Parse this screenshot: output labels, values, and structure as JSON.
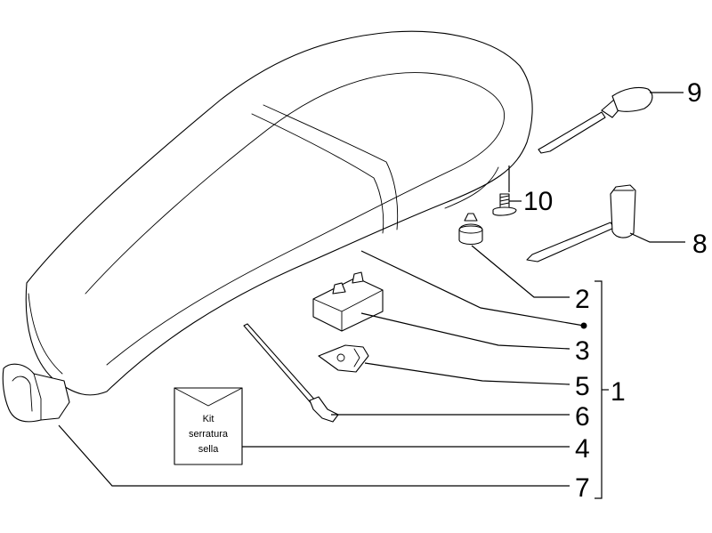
{
  "diagram": {
    "callouts": {
      "seat": "1",
      "rubber_buffer": "2",
      "buffer_pair": "3",
      "lock_kit": "4",
      "latch_bracket": "5",
      "cable": "6",
      "hook": "7",
      "spanner": "8",
      "screwdriver": "9",
      "screw": "10"
    },
    "kit_label": {
      "line1": "Kit",
      "line2": "serratura",
      "line3": "sella"
    }
  }
}
